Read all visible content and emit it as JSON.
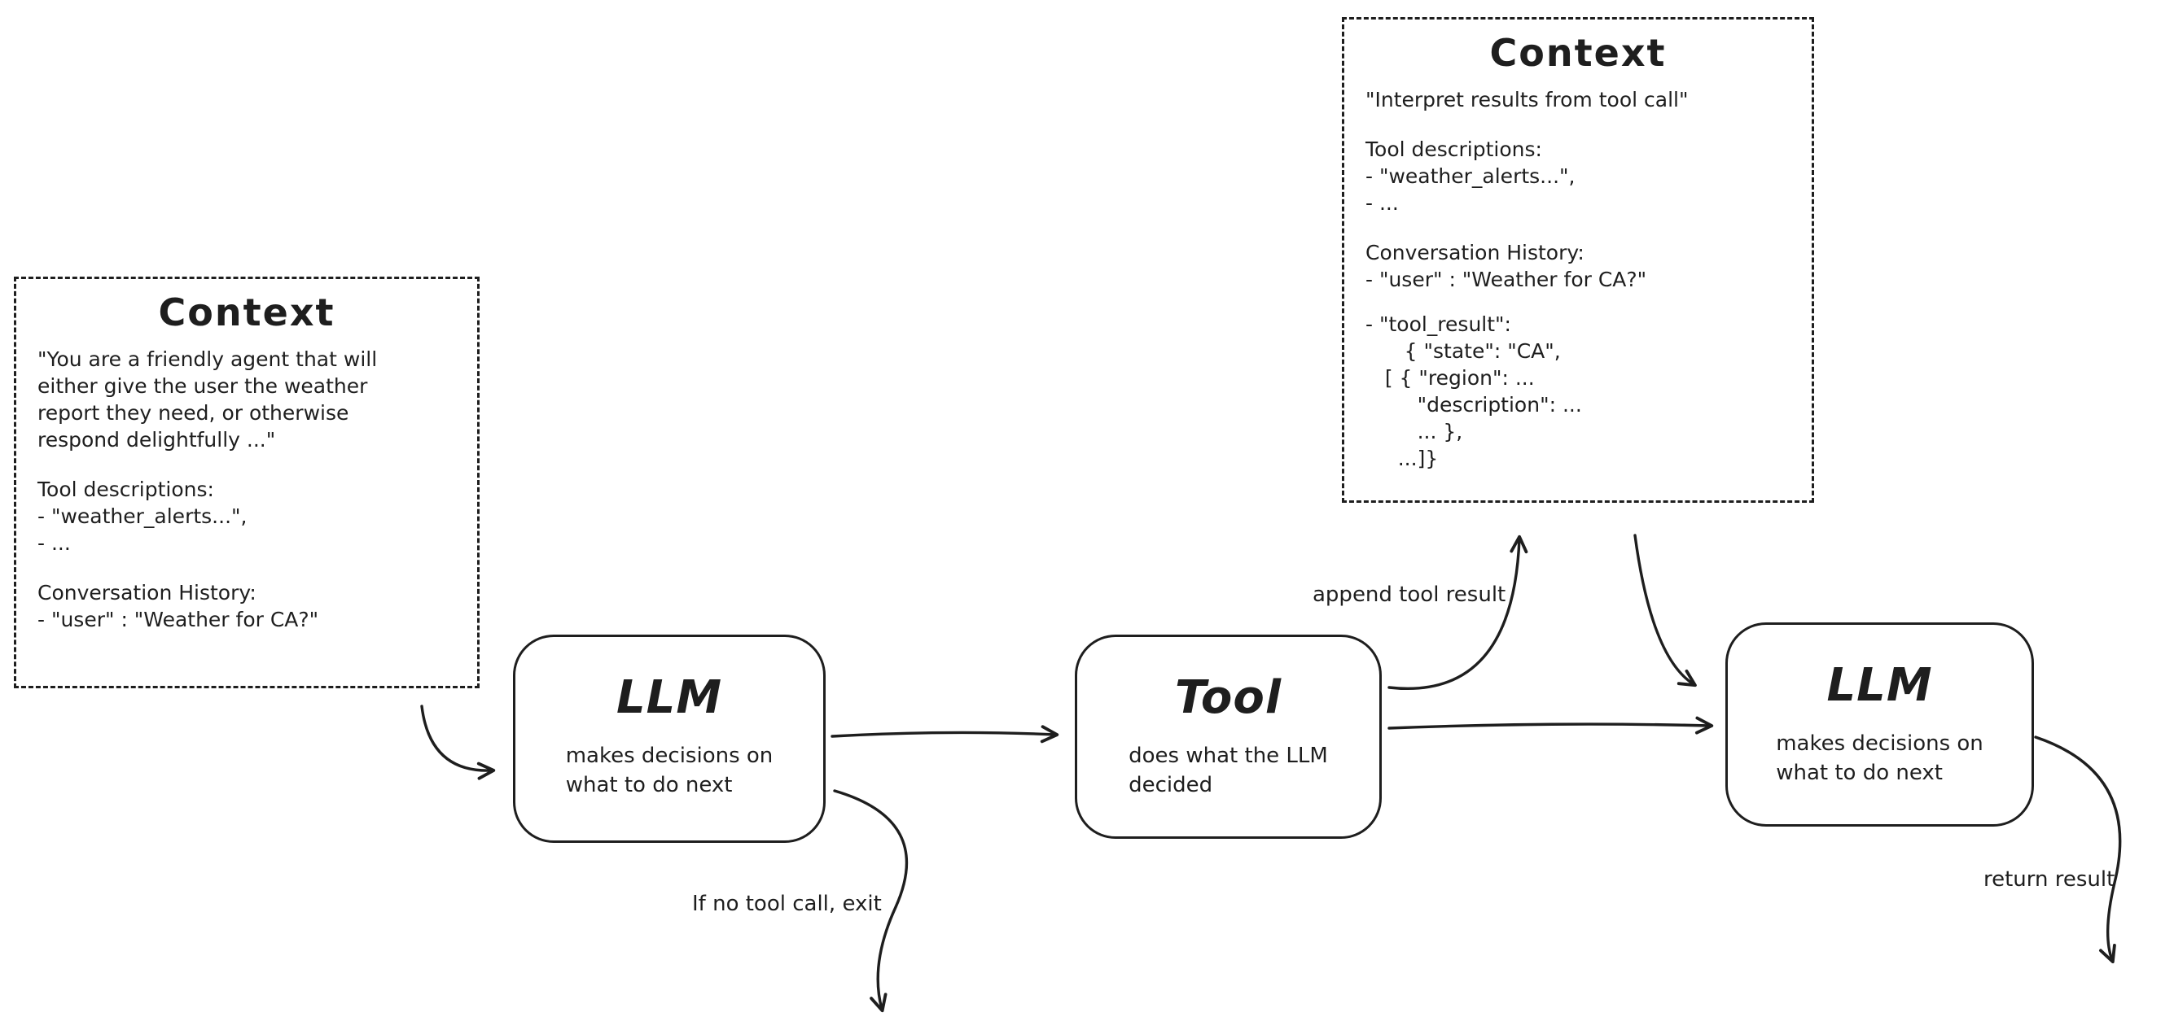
{
  "page": {
    "background": "#ffffff",
    "ink": "#1e1e1e"
  },
  "context_left": {
    "title": "Context",
    "intro": "\"You are a friendly agent that will\neither give the user the weather\nreport they need, or otherwise\nrespond delightfully ...\"",
    "tool_desc_heading": "Tool descriptions:",
    "tool_desc_lines": [
      "- \"weather_alerts...\",",
      "- ..."
    ],
    "history_heading": "Conversation History:",
    "history_lines": [
      "- \"user\" : \"Weather for CA?\""
    ]
  },
  "context_top": {
    "title": "Context",
    "intro": "\"Interpret results from tool call\"",
    "tool_desc_heading": "Tool descriptions:",
    "tool_desc_lines": [
      "- \"weather_alerts...\",",
      "- ..."
    ],
    "history_heading": "Conversation History:",
    "history_lines": [
      "- \"user\" : \"Weather for CA?\"",
      "- \"tool_result\":",
      "      { \"state\": \"CA\",",
      "   [ { \"region\": ...",
      "        \"description\": ...",
      "        ... },",
      "     ...]}"
    ]
  },
  "nodes": {
    "llm1": {
      "title": "LLM",
      "subtitle": "makes decisions on\nwhat to do next"
    },
    "tool": {
      "title": "Tool",
      "subtitle": "does what the LLM\ndecided"
    },
    "llm2": {
      "title": "LLM",
      "subtitle": "makes decisions on\nwhat to do next"
    }
  },
  "edge_labels": {
    "append_tool_result": "append tool result",
    "if_no_tool_exit": "If no tool call, exit",
    "return_result": "return result"
  }
}
